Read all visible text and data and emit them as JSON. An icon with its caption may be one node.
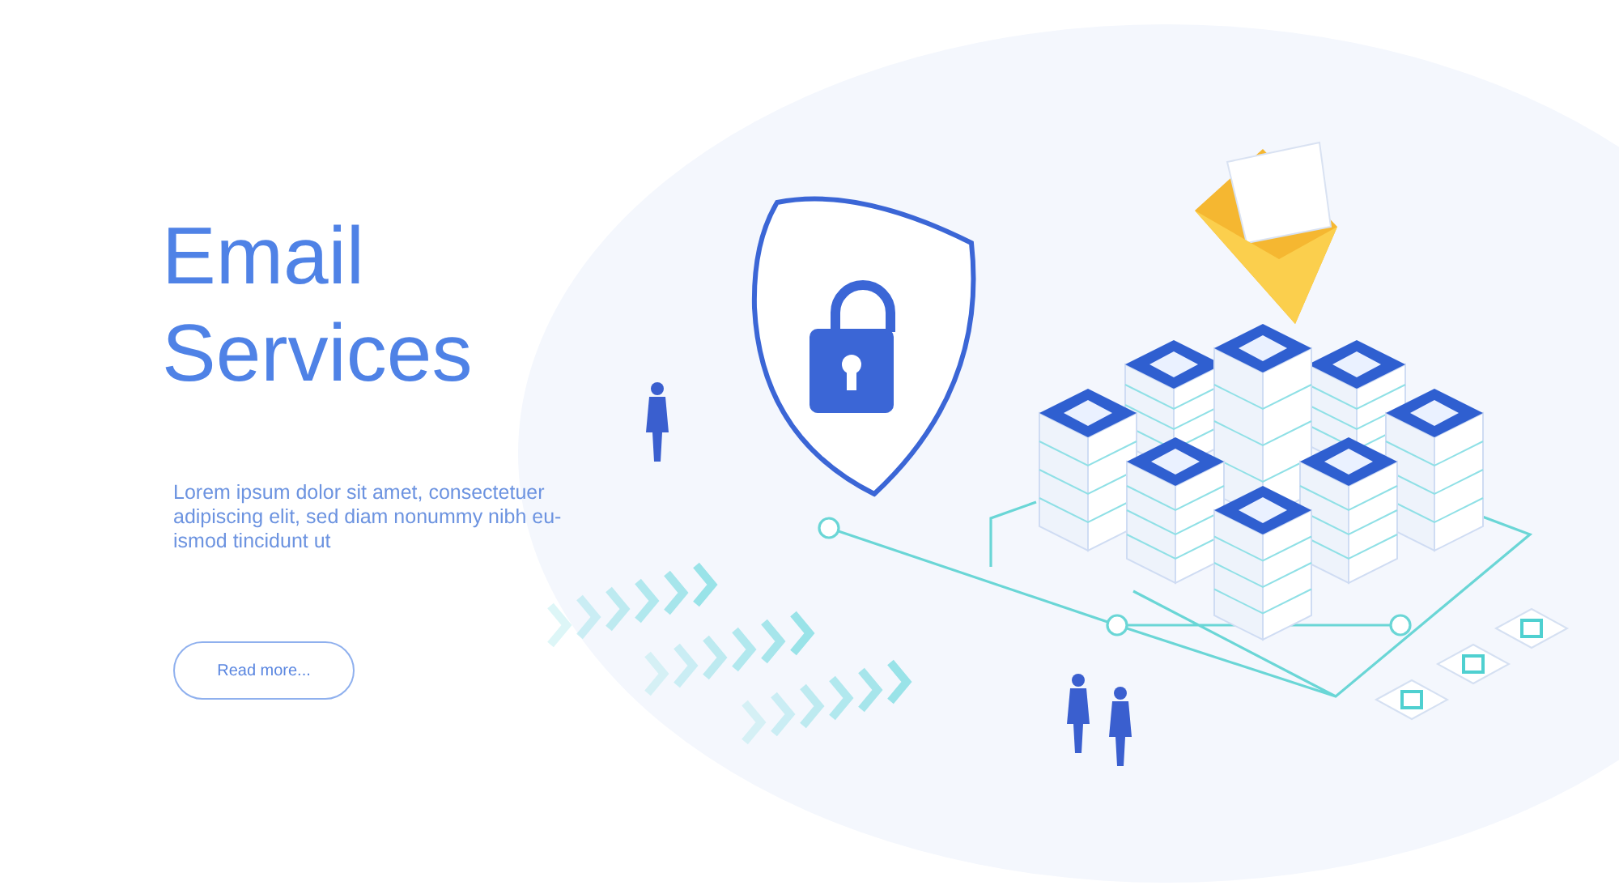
{
  "diagram": {
    "title": "Email Services",
    "labels": [
      "Lorem ipsum dolor sit amet, consectetuer adipiscing elit, sed diam nonummy nibh eu- ismod tincidunt ut",
      "Read more..."
    ]
  }
}
